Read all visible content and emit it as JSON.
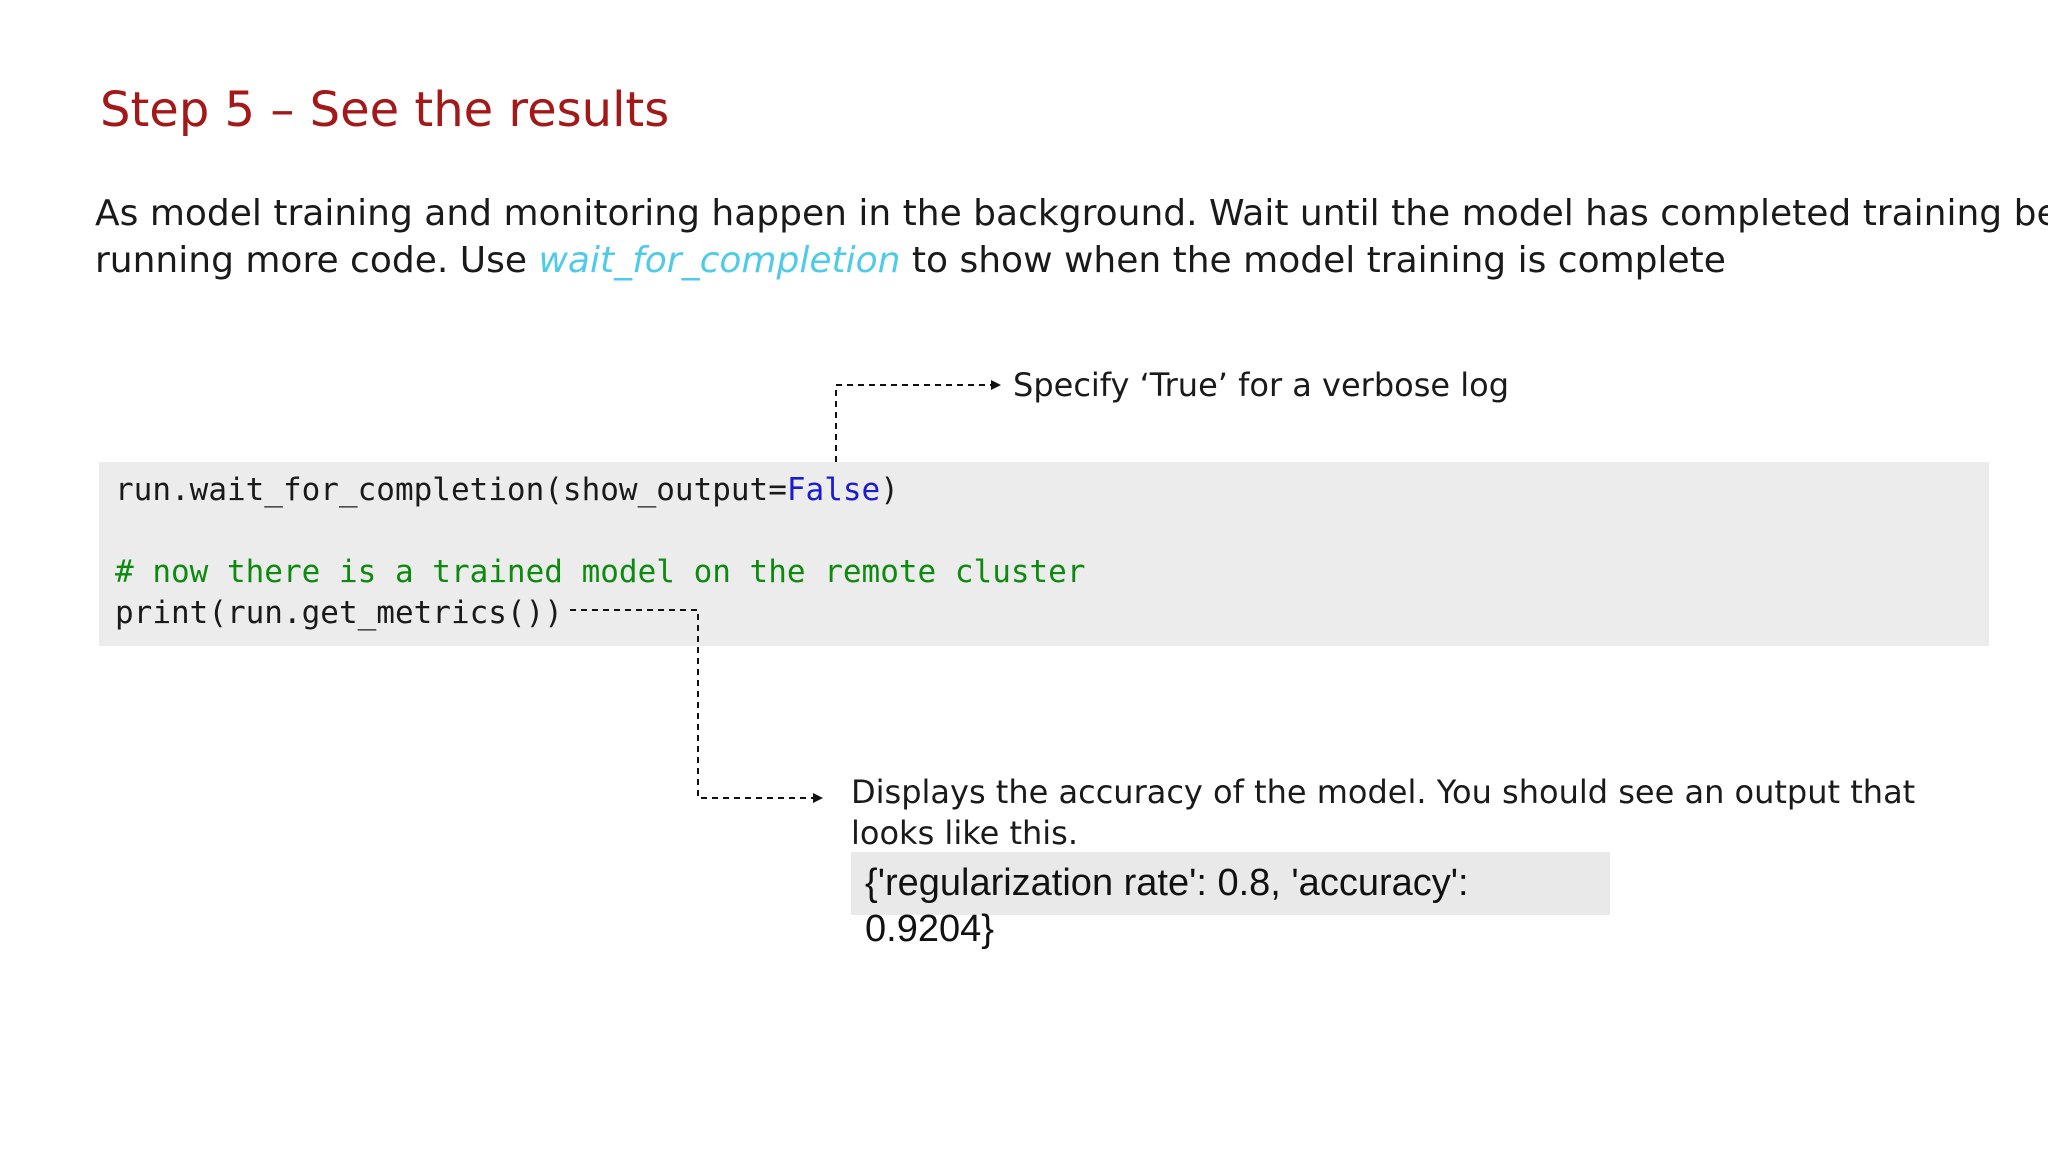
{
  "slide": {
    "title": "Step 5 – See the results",
    "intro": {
      "line1": "As model training and monitoring happen in the background. Wait until the model has completed training before",
      "line2_before": "running more code. Use ",
      "line2_keyword": "wait_for_completion",
      "line2_after": " to show when the model training is complete"
    },
    "code": {
      "line1_prefix": "run.wait_for_completion(show_output=",
      "line1_value": "False",
      "line1_suffix": ")",
      "comment": "# now there is a trained model on the remote cluster",
      "line4": "print(run.get_metrics())"
    },
    "annotations": {
      "top": "Specify ‘True’ for a verbose log",
      "bottom_line1": "Displays the accuracy of the model. You should see an output that",
      "bottom_line2": "looks like this."
    },
    "output": {
      "line1": "{'regularization rate': 0.8, 'accuracy':",
      "line2": "0.9204}"
    }
  },
  "colors": {
    "title": "#a31818",
    "keyword": "#4ecbe8",
    "code_comment": "#0f8a10",
    "code_bool": "#1b1bd0",
    "code_panel": "#ececec",
    "output_box": "#e9e9e9"
  }
}
